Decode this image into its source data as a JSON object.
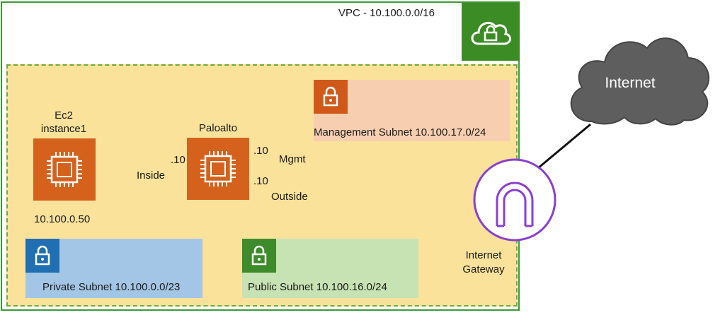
{
  "vpc": {
    "label": "VPC - 10.100.0.0/16",
    "icon": "cloud-lock-icon",
    "color": "#3c8c25"
  },
  "subnets": {
    "management": {
      "label": "Management Subnet 10.100.17.0/24",
      "icon": "lock-icon",
      "color": "#f7cfb0",
      "accent": "#d0591a"
    },
    "private": {
      "label": "Private Subnet 10.100.0.0/23",
      "icon": "lock-icon",
      "color": "#a4c6e6",
      "accent": "#1f6fb2"
    },
    "public": {
      "label": "Public Subnet 10.100.16.0/24",
      "icon": "lock-icon",
      "color": "#c7e3b3",
      "accent": "#3d8b2a"
    }
  },
  "nodes": {
    "ec2": {
      "name_line1": "Ec2",
      "name_line2": "instance1",
      "ip": "10.100.0.50",
      "icon": "chip-icon",
      "color": "#d5621c"
    },
    "paloalto": {
      "name": "Paloalto",
      "icon": "chip-icon",
      "color": "#d5621c"
    },
    "igw": {
      "line1": "Internet",
      "line2": "Gateway",
      "icon": "internet-gateway-icon",
      "color": "#8a3fd1"
    },
    "internet": {
      "label": "Internet",
      "icon": "cloud-icon",
      "color": "#5e5e5e"
    }
  },
  "links": {
    "inside": {
      "ip": ".10",
      "label": "Inside"
    },
    "mgmt": {
      "ip": ".10",
      "label": "Mgmt"
    },
    "outside": {
      "ip": ".10",
      "label": "Outside"
    }
  }
}
